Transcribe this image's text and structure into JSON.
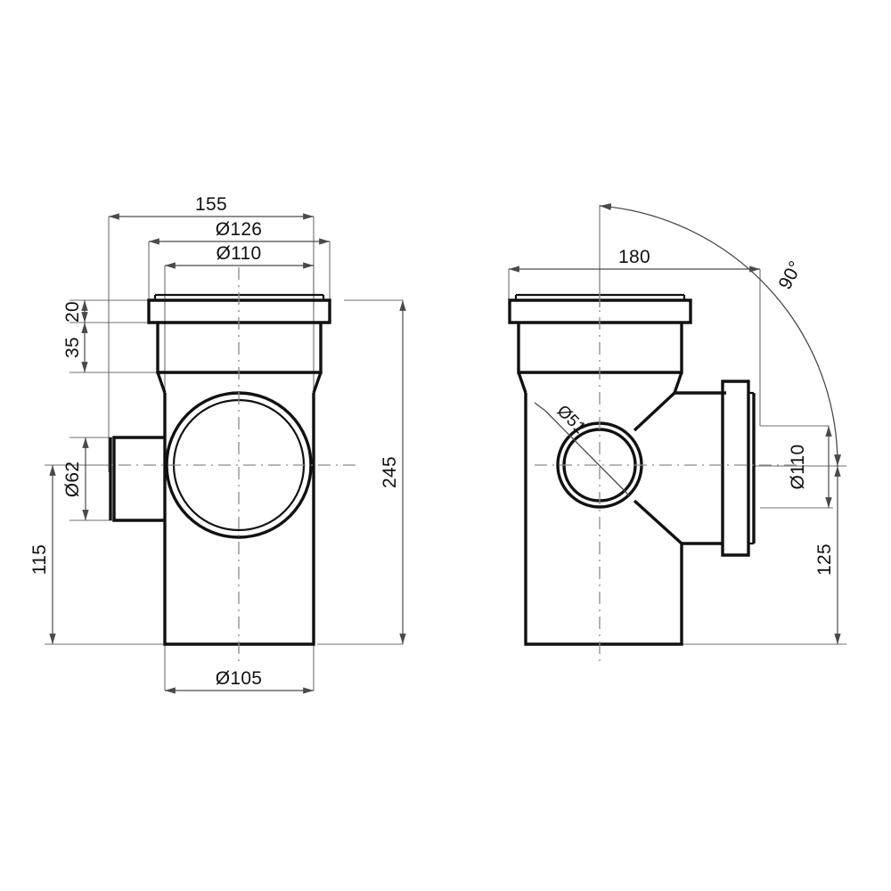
{
  "document": {
    "type": "engineering-drawing",
    "subject": "PVC soil pipe access branch fitting (tee with inspection port)",
    "background_color": "#ffffff",
    "line_color": "#111111",
    "dimension_color": "#4a4a4a",
    "units": "mm"
  },
  "views": {
    "front": {
      "name": "front-view",
      "dimensions": {
        "overall_width": "155",
        "socket_outer_dia": "Ø126",
        "socket_bore_dia": "Ø110",
        "socket_lip_height": "20",
        "socket_depth": "35",
        "overall_height": "245",
        "branch_dia": "Ø62",
        "branch_centre_to_base": "115",
        "body_dia": "Ø105"
      }
    },
    "side": {
      "name": "side-view",
      "dimensions": {
        "overall_width": "180",
        "branch_angle": "90°",
        "inspection_port_dia": "Ø51",
        "outlet_dia": "Ø110",
        "outlet_centre_to_base": "125"
      }
    }
  },
  "labels": {
    "d155": "155",
    "d126": "Ø126",
    "d110_top": "Ø110",
    "d20": "20",
    "d35": "35",
    "d245": "245",
    "d62": "Ø62",
    "d115": "115",
    "d105": "Ø105",
    "d180": "180",
    "d90deg": "90°",
    "d51": "Ø51",
    "d110_right": "Ø110",
    "d125": "125"
  }
}
